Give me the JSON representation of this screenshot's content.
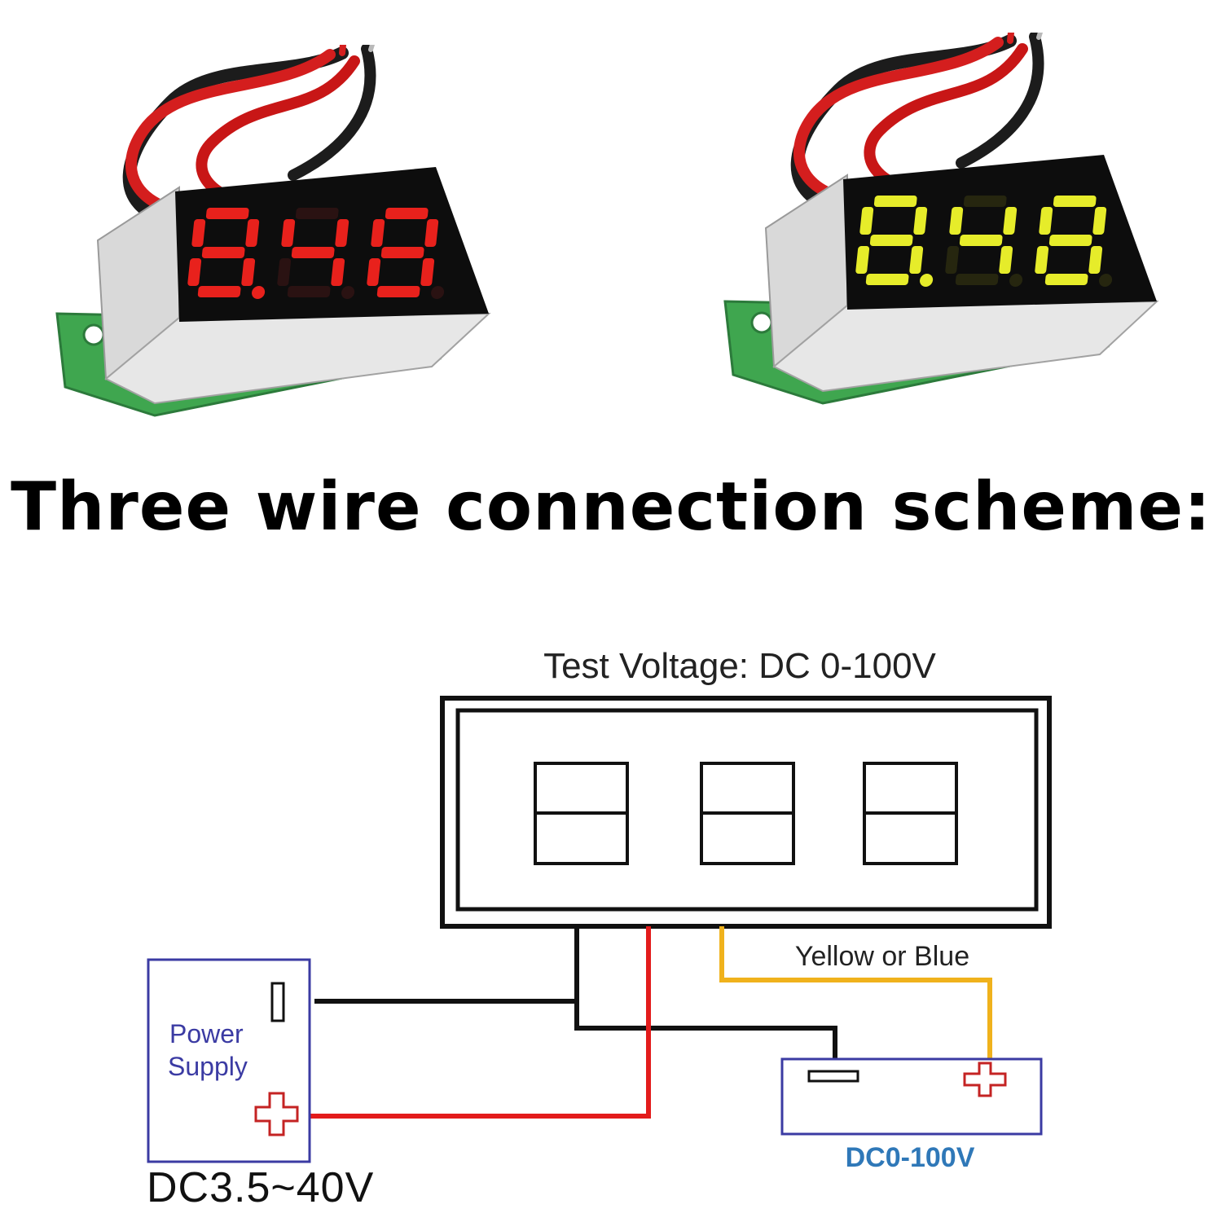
{
  "modules": [
    {
      "digits": [
        "8.",
        "4",
        "8"
      ],
      "color": "red",
      "led_on": "#e8211c",
      "led_dim": "#2a1212"
    },
    {
      "digits": [
        "8.",
        "4",
        "8"
      ],
      "color": "yellow",
      "led_on": "#e6ec2a",
      "led_dim": "#26260f"
    }
  ],
  "heading": "Three wire connection scheme:",
  "diagram": {
    "test_voltage_label": "Test Voltage: DC 0-100V",
    "yellow_or_blue_label": "Yellow or Blue",
    "power_supply_label_line1": "Power",
    "power_supply_label_line2": "Supply",
    "power_supply_voltage": "DC3.5~40V",
    "measured_source_label": "DC0-100V",
    "wire_colors": {
      "black": "#111111",
      "red": "#e31b1b",
      "yellow": "#f0b21c"
    },
    "box_color": "#3b3ba3",
    "plus_color": "#c42323"
  }
}
